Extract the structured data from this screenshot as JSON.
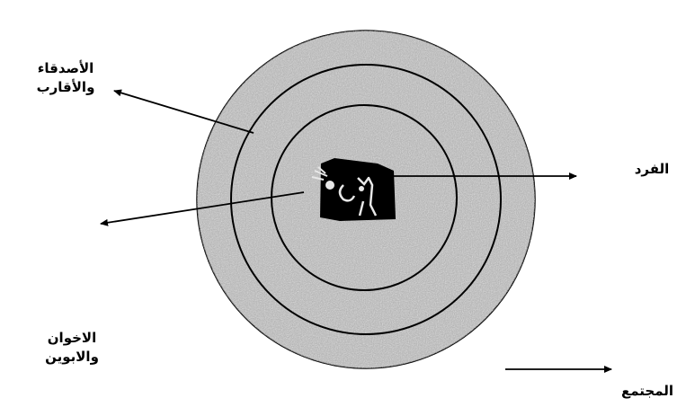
{
  "diagram": {
    "labels": {
      "friends_relatives_line1": "الأصدقاء",
      "friends_relatives_line2": "والأقارب",
      "individual": "الفرد",
      "siblings_parents_line1": "الاخوان",
      "siblings_parents_line2": "والابوين",
      "society": "المجتمع"
    },
    "colors": {
      "ring_fill": "#a9a9a9",
      "ring_stroke": "#000000",
      "center_figure": "#000000"
    }
  }
}
